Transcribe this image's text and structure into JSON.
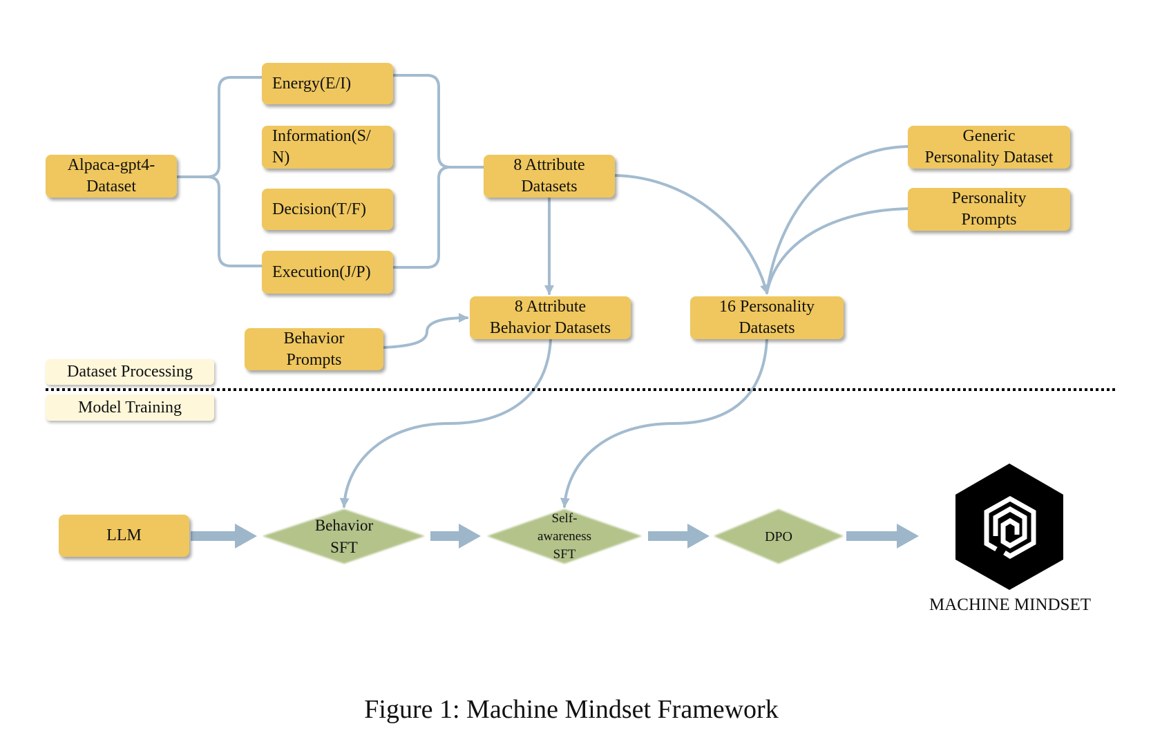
{
  "figure": {
    "caption": "Figure 1: Machine Mindset Framework"
  },
  "sections": {
    "dataset_processing": "Dataset Processing",
    "model_training": "Model Training"
  },
  "nodes": {
    "alpaca": [
      "Alpaca-gpt4-",
      "Dataset"
    ],
    "energy": [
      "Energy(E/I)"
    ],
    "information": [
      "Information(S/",
      "N)"
    ],
    "decision": [
      "Decision(T/F)"
    ],
    "execution": [
      "Execution(J/P)"
    ],
    "attribute_datasets": [
      "8 Attribute",
      "Datasets"
    ],
    "generic_personality": [
      "Generic",
      "Personality Dataset"
    ],
    "personality_prompts": [
      "Personality",
      "Prompts"
    ],
    "attribute_behavior": [
      "8 Attribute",
      "Behavior Datasets"
    ],
    "personality_datasets": [
      "16 Personality",
      "Datasets"
    ],
    "behavior_prompts": [
      "Behavior",
      "Prompts"
    ],
    "llm": [
      "LLM"
    ]
  },
  "stages": {
    "behavior_sft": [
      "Behavior",
      "SFT"
    ],
    "self_awareness_sft": [
      "Self-",
      "awareness",
      "SFT"
    ],
    "dpo": [
      "DPO"
    ]
  },
  "logo": {
    "text": "MACHINE MINDSET",
    "icon": "hexagon-spiral-icon"
  },
  "colors": {
    "node": "#EFC75E",
    "stage": "#B3C38A",
    "label": "#FFF7DA",
    "connector": "#A3BBCF",
    "arrow": "#9DB6CA"
  }
}
